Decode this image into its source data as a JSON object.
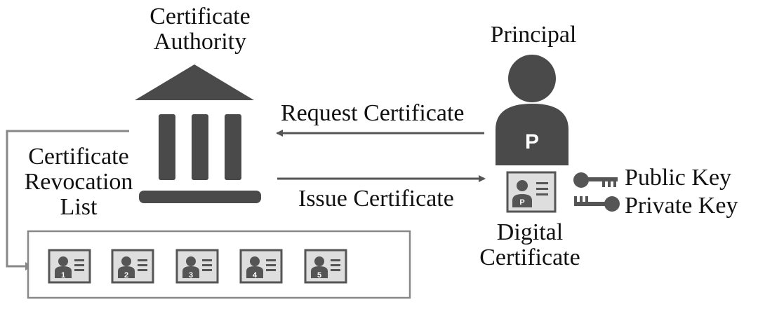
{
  "ca": {
    "line1": "Certificate",
    "line2": "Authority"
  },
  "principal": {
    "label": "Principal",
    "badge": "P"
  },
  "request": {
    "label": "Request Certificate"
  },
  "issue": {
    "label": "Issue Certificate"
  },
  "crl": {
    "line1": "Certificate",
    "line2": "Revocation",
    "line3": "List"
  },
  "keys": {
    "public": "Public Key",
    "private": "Private Key"
  },
  "digital_cert": {
    "line1": "Digital",
    "line2": "Certificate",
    "badge": "P"
  },
  "revoked": {
    "badges": [
      "1",
      "2",
      "3",
      "4",
      "5"
    ]
  },
  "colors": {
    "dark": "#4a4a4a",
    "mid": "#707070",
    "light": "#dddddd"
  }
}
